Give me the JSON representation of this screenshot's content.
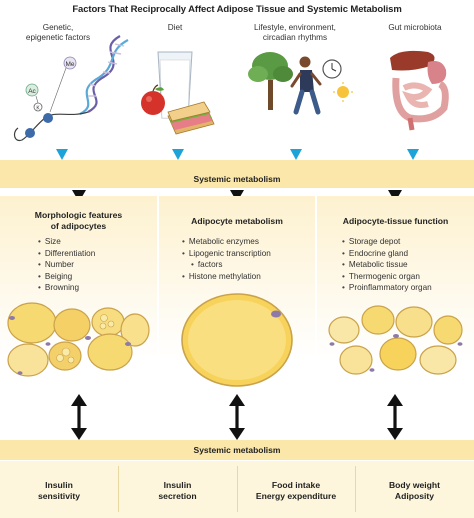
{
  "title": "Factors That Reciprocally Affect Adipose Tissue and Systemic Metabolism",
  "factors": [
    {
      "label": "Genetic, epigenetic factors",
      "line1": "Genetic,",
      "line2": "epigenetic factors",
      "icon": "dna-icon"
    },
    {
      "label": "Diet",
      "line1": "Diet",
      "line2": "",
      "icon": "food-icon"
    },
    {
      "label": "Lifestyle, environment, circadian rhythms",
      "line1": "Lifestyle, environment,",
      "line2": "circadian rhythms",
      "icon": "lifestyle-icon"
    },
    {
      "label": "Gut microbiota",
      "line1": "Gut microbiota",
      "line2": "",
      "icon": "gut-icon"
    }
  ],
  "dna_labels": [
    "Me",
    "Ac",
    "K"
  ],
  "systemic_top": "Systemic metabolism",
  "systemic_bottom": "Systemic metabolism",
  "columns": [
    {
      "title_line1": "Morphologic features",
      "title_line2": "of adipocytes",
      "bullets": [
        "Size",
        "Differentiation",
        "Number",
        "Beiging",
        "Browning"
      ]
    },
    {
      "title_line1": "Adipocyte metabolism",
      "title_line2": "",
      "bullets": [
        "Metabolic enzymes",
        "Lipogenic transcription",
        "factors",
        "Histone methylation"
      ]
    },
    {
      "title_line1": "Adipocyte-tissue function",
      "title_line2": "",
      "bullets": [
        "Storage depot",
        "Endocrine gland",
        "Metabolic tissue",
        "Thermogenic organ",
        "Proinflammatory organ"
      ]
    }
  ],
  "outcomes": [
    {
      "line1": "Insulin",
      "line2": "sensitivity"
    },
    {
      "line1": "Insulin",
      "line2": "secretion"
    },
    {
      "line1": "Food intake",
      "line2": "Energy expenditure"
    },
    {
      "line1": "Body weight",
      "line2": "Adiposity"
    }
  ],
  "colors": {
    "band": "#fbe7a9",
    "arrow_blue": "#1ea3d8",
    "cell_yellow": "#f7d972",
    "cell_border": "#c9a24a",
    "nucleus": "#8e7aa8"
  }
}
